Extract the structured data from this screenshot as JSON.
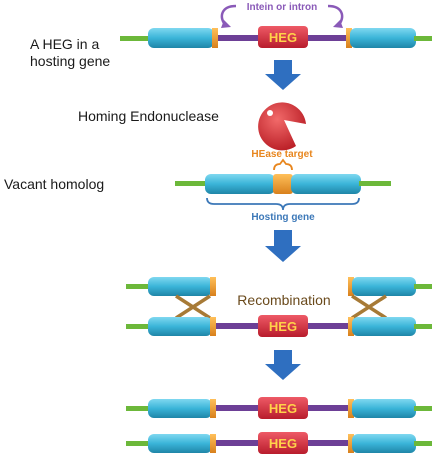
{
  "labels": {
    "heg_in_host_line1": "A HEG in a",
    "heg_in_host_line2": "hosting gene",
    "homing_endonuclease": "Homing Endonuclease",
    "vacant_homolog": "Vacant homolog",
    "intein_or_intron": "Intein or intron",
    "hease_target": "HEase target",
    "hosting_gene": "Hosting gene",
    "recombination": "Recombination",
    "heg": "HEG"
  },
  "colors": {
    "exon": "#3ab4d8",
    "flank": "#6cb83a",
    "insert": "#6d3f96",
    "heg_box": "#d8283a",
    "heg_text": "#ffd24a",
    "junction": "#f0a030",
    "arrow": "#2f6fc0",
    "brace_purple": "#8a5ab8",
    "brace_orange": "#e8861e",
    "brace_blue": "#3c78b8",
    "crossover": "#a77a36",
    "pacman": "#d83a3a"
  }
}
